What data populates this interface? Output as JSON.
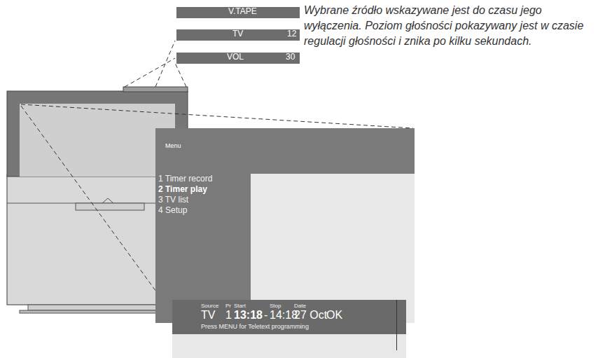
{
  "diagram": {
    "nodes": [
      {
        "text": [
          "V.TAPE"
        ]
      },
      {
        "text": [
          "TV",
          "12"
        ]
      },
      {
        "text": [
          "VOL",
          "30"
        ]
      },
      {
        "text": [
          "Menu",
          "1 Timer record",
          "2 Timer play",
          "3 TV list",
          "4 Setup"
        ]
      },
      {
        "text": [
          "Source",
          "Pr",
          "Start",
          "Stop",
          "Date",
          "TV",
          "1",
          "13:18",
          "-",
          "14:18",
          "27 Oct",
          "OK",
          "Press MENU for Teletext programming"
        ]
      }
    ],
    "labels": [
      "Wybrane źródło wskazywane jest do czasu jego wyłączenia. Poziom głośności pokazywany jest w czasie regulacji głośności i znika po kilku sekundach."
    ]
  }
}
